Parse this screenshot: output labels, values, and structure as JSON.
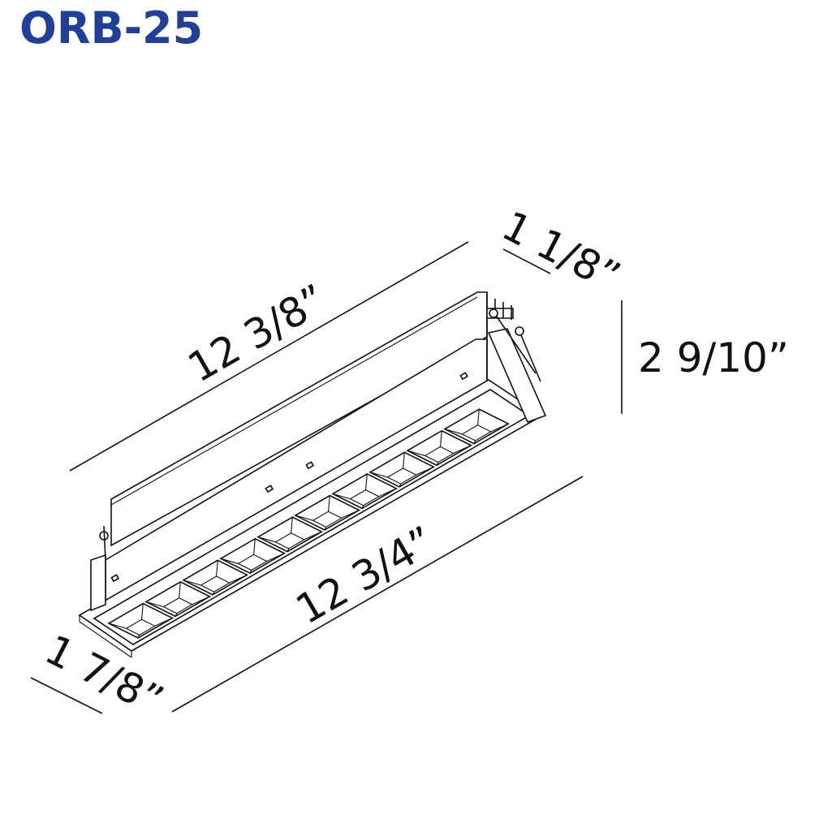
{
  "title": "ORB-25",
  "colors": {
    "title": "#1f3f9a",
    "lines": "#111111",
    "background": "#ffffff"
  },
  "dimensions": {
    "length_top": "12 3/8”",
    "width_top": "1 1/8”",
    "height": "2 9/10”",
    "length_bottom": "12 3/4”",
    "width_bottom": "1 7/8”"
  },
  "cell_count": 10
}
